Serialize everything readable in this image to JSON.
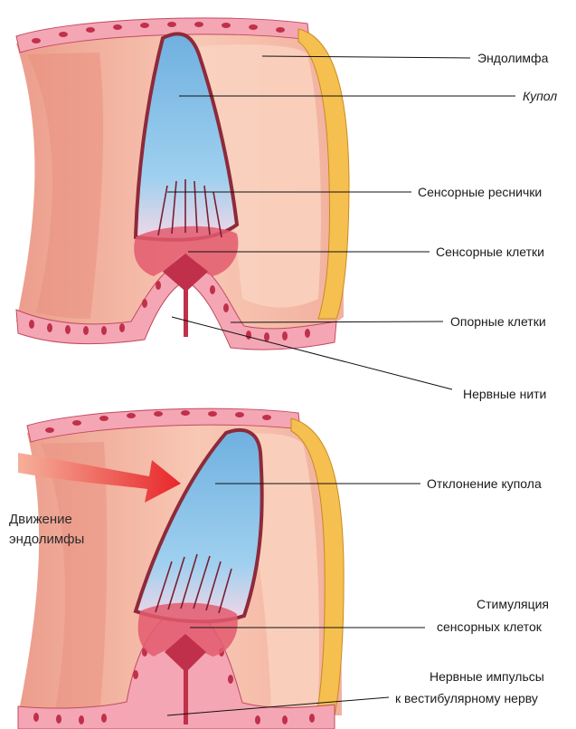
{
  "figure_top": {
    "labels": {
      "endolymph": "Эндолимфа",
      "cupula": "Купол",
      "sensory_cilia": "Сенсорные реснички",
      "sensory_cells": "Сенсорные клетки",
      "supporting_cells": "Опорные клетки",
      "nerve_fibers": "Нервные нити"
    }
  },
  "figure_bottom": {
    "labels": {
      "cupula_deflection": "Отклонение купола",
      "stimulation_line1": "Стимуляция",
      "stimulation_line2": "сенсорных клеток",
      "impulses_line1": "Нервные импульсы",
      "impulses_line2": "к вестибулярному нерву",
      "motion_line1": "Движение",
      "motion_line2": "эндолимфы"
    }
  },
  "colors": {
    "canal_wall": "#f2b0a0",
    "endolymph": "#f7c6ae",
    "cupula": "#8fc3e8",
    "cupula_outline": "#8e2a3a",
    "epithelium": "#f4a6b4",
    "cell_nucleus": "#c0304a",
    "canal_rim": "#f5c050",
    "motion_arrow": "#e8262a"
  }
}
